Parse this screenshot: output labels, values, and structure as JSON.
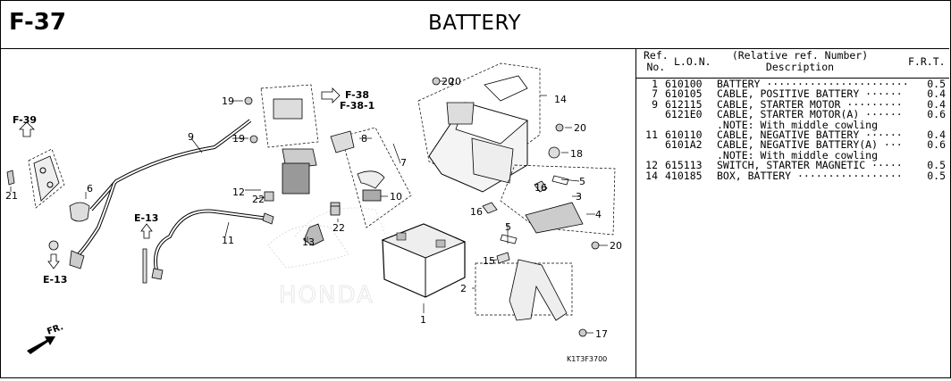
{
  "header": {
    "code": "F-37",
    "title": "BATTERY"
  },
  "diagram": {
    "watermark": "HONDA",
    "image_code": "K1T3F3700",
    "direction_label": "FR.",
    "refs": {
      "f39": "F-39",
      "f38": "F-38",
      "f381": "F-38-1",
      "e13a": "E-13",
      "e13b": "E-13"
    },
    "callouts": [
      "1",
      "2",
      "3",
      "4",
      "5",
      "5",
      "6",
      "7",
      "8",
      "9",
      "10",
      "11",
      "12",
      "13",
      "14",
      "15",
      "16",
      "16",
      "17",
      "18",
      "19",
      "19",
      "20",
      "20",
      "20",
      "20",
      "21",
      "22",
      "22"
    ]
  },
  "parts_table": {
    "headers": {
      "ref_line1": "Ref.",
      "ref_line2": "No.",
      "lon": "L.O.N.",
      "desc_line1": "(Relative ref. Number)",
      "desc_line2": "Description",
      "frt": "F.R.T."
    },
    "rows": [
      {
        "ref": "1",
        "lon": "610100",
        "desc": "BATTERY ·······················",
        "frt": "0.5"
      },
      {
        "ref": "7",
        "lon": "610105",
        "desc": "CABLE, POSITIVE BATTERY ······",
        "frt": "0.4"
      },
      {
        "ref": "9",
        "lon": "612115",
        "desc": "CABLE, STARTER MOTOR ·········",
        "frt": "0.4"
      },
      {
        "ref": "",
        "lon": "6121E0",
        "desc": "CABLE, STARTER MOTOR(A) ······",
        "frt": "0.6"
      },
      {
        "ref": "",
        "lon": "",
        "desc": ".NOTE: With middle cowling",
        "frt": ""
      },
      {
        "ref": "11",
        "lon": "610110",
        "desc": "CABLE, NEGATIVE BATTERY ······",
        "frt": "0.4"
      },
      {
        "ref": "",
        "lon": "6101A2",
        "desc": "CABLE, NEGATIVE BATTERY(A) ···",
        "frt": "0.6"
      },
      {
        "ref": "",
        "lon": "",
        "desc": ".NOTE: With middle cowling",
        "frt": ""
      },
      {
        "ref": "12",
        "lon": "615113",
        "desc": "SWITCH, STARTER MAGNETIC ·····",
        "frt": "0.5"
      },
      {
        "ref": "14",
        "lon": "410185",
        "desc": "BOX, BATTERY ·················",
        "frt": "0.5"
      }
    ]
  }
}
